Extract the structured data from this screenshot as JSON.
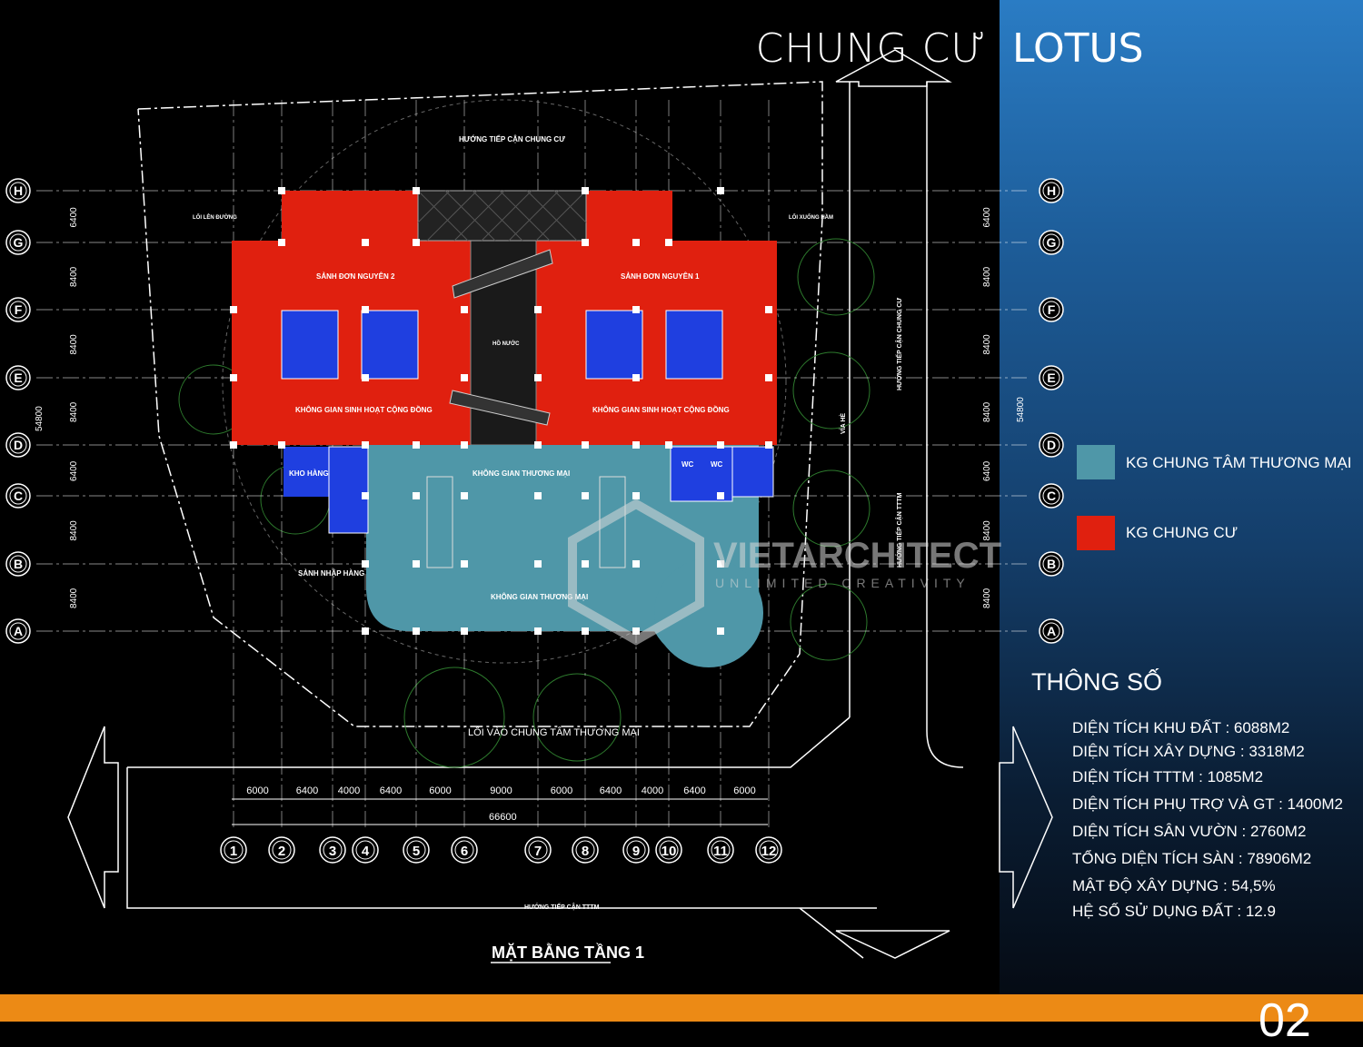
{
  "title": {
    "part1": "CHUNG CƯ",
    "part2": "LOTUS"
  },
  "plan": {
    "drawing_title": "MẶT BẰNG TẦNG 1",
    "grid_rows": [
      "H",
      "G",
      "F",
      "E",
      "D",
      "C",
      "B",
      "A"
    ],
    "grid_cols": [
      "1",
      "2",
      "3",
      "4",
      "5",
      "6",
      "7",
      "8",
      "9",
      "10",
      "11",
      "12"
    ],
    "row_dims": [
      "6400",
      "8400",
      "8400",
      "8400",
      "6400",
      "8400",
      "8400"
    ],
    "total_height_dim": "54800",
    "col_dims": [
      "6000",
      "6400",
      "4000",
      "6400",
      "6000",
      "9000",
      "6000",
      "6400",
      "4000",
      "6400",
      "6000"
    ],
    "total_width_dim": "66600",
    "labels": {
      "top_access": "HƯỚNG TIẾP CẬN CHUNG CƯ",
      "up_ramp": "LỐI LÊN ĐƯỜNG",
      "down_ramp": "LỐI XUỐNG HẦM",
      "lobby2": "SẢNH ĐƠN NGUYÊN 2",
      "lobby1": "SẢNH ĐƠN NGUYÊN 1",
      "pond": "HỒ NƯỚC",
      "community_left": "KHÔNG GIAN SINH HOẠT CỘNG ĐỒNG",
      "community_right": "KHÔNG GIAN SINH HOẠT CỘNG ĐỒNG",
      "storage": "KHO HÀNG",
      "commercial_top": "KHÔNG GIAN THƯƠNG MẠI",
      "commercial_bottom": "KHÔNG GIAN THƯƠNG MẠI",
      "goods_lobby": "SẢNH NHẬP HÀNG",
      "wc1": "WC",
      "wc2": "WC",
      "sidewalk": "VỈA HÈ",
      "right_access_apartment": "HƯỚNG TIẾP CẬN CHUNG CƯ",
      "right_access_mall": "HƯỚNG TIẾP CẬN TTTM",
      "mall_entrance": "LỐI VÀO CHUNG TÂM THƯƠNG MẠI",
      "bottom_access": "HƯỚNG TIẾP CẬN TTTM"
    },
    "watermark": {
      "brand": "VIETARCHITECT",
      "tagline": "UNLIMITED CREATIVITY"
    }
  },
  "legend": [
    {
      "label": "KG CHUNG TÂM THƯƠNG MẠI",
      "color": "#4f97a8"
    },
    {
      "label": "KG CHUNG CƯ",
      "color": "#e0200f"
    }
  ],
  "specs": {
    "title": "THÔNG SỐ",
    "lines": [
      "DIỆN TÍCH KHU ĐẤT : 6088M2",
      "DIỆN TÍCH XÂY DỰNG : 3318M2",
      "DIỆN TÍCH TTTM : 1085M2",
      "DIỆN TÍCH PHỤ TRỢ VÀ GT : 1400M2",
      "DIỆN TÍCH SÂN VƯỜN : 2760M2",
      "TỔNG DIỆN TÍCH SÀN : 78906M2",
      "MẬT ĐỘ XÂY DỰNG : 54,5%",
      "HỆ SỐ SỬ DỤNG ĐẤT : 12.9"
    ]
  },
  "page_number": "02"
}
